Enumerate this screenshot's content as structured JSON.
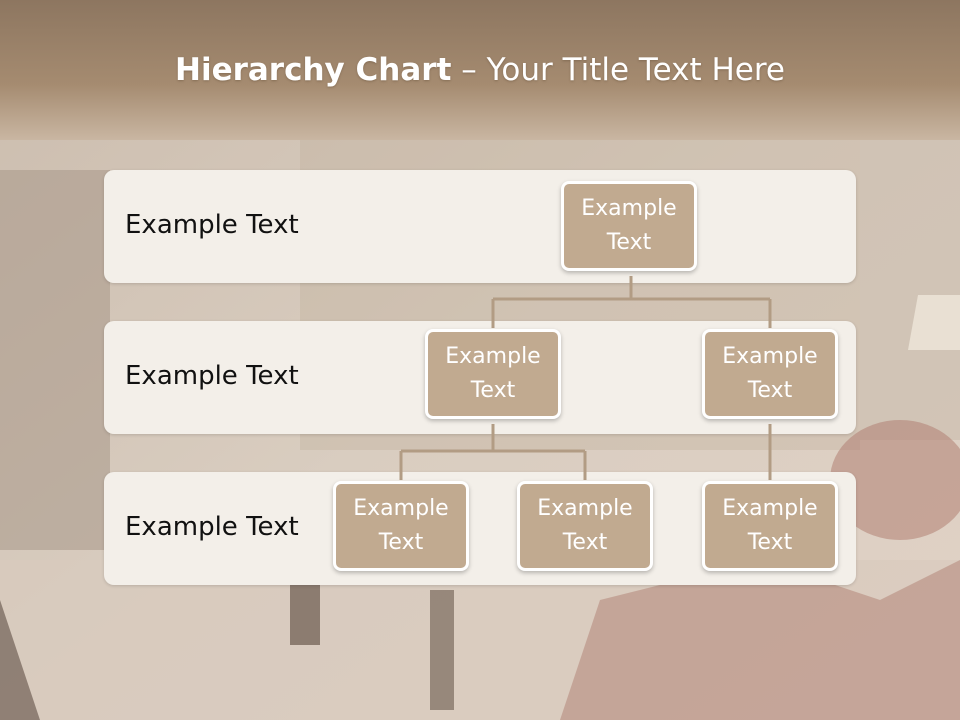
{
  "title": {
    "bold": "Hierarchy Chart",
    "dash": " – ",
    "rest": "Your Title Text Here"
  },
  "levels": [
    {
      "label": "Example Text"
    },
    {
      "label": "Example Text"
    },
    {
      "label": "Example Text"
    }
  ],
  "nodes": {
    "root": {
      "line1": "Example",
      "line2": "Text"
    },
    "l2_left": {
      "line1": "Example",
      "line2": "Text"
    },
    "l2_right": {
      "line1": "Example",
      "line2": "Text"
    },
    "l3_a": {
      "line1": "Example",
      "line2": "Text"
    },
    "l3_b": {
      "line1": "Example",
      "line2": "Text"
    },
    "l3_c": {
      "line1": "Example",
      "line2": "Text"
    }
  },
  "colors": {
    "node_fill": "#c1aa90",
    "node_border": "#ffffff",
    "band_fill": "#f3efe9",
    "connector": "#b29c84",
    "header_brown": "#8b7258"
  }
}
